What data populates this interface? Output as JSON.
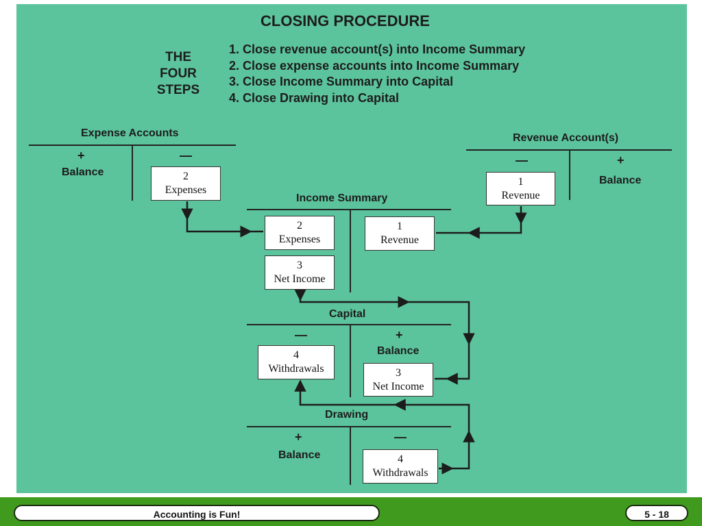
{
  "title": "CLOSING PROCEDURE",
  "steps_label": [
    "THE",
    "FOUR",
    "STEPS"
  ],
  "steps": [
    "1. Close revenue account(s) into Income Summary",
    "2. Close expense accounts into Income Summary",
    "3. Close Income Summary into Capital",
    "4. Close Drawing into Capital"
  ],
  "accounts": {
    "expense": {
      "title": "Expense Accounts",
      "left_sign": "+",
      "right_sign": "—",
      "balance": "Balance",
      "entry_num": "2",
      "entry_text": "Expenses"
    },
    "revenue": {
      "title": "Revenue Account(s)",
      "left_sign": "—",
      "right_sign": "+",
      "balance": "Balance",
      "entry_num": "1",
      "entry_text": "Revenue"
    },
    "income_summary": {
      "title": "Income Summary",
      "debit_num": "2",
      "debit_text": "Expenses",
      "credit_num": "1",
      "credit_text": "Revenue",
      "net_num": "3",
      "net_text": "Net Income"
    },
    "capital": {
      "title": "Capital",
      "left_sign": "—",
      "right_sign": "+",
      "balance": "Balance",
      "debit_num": "4",
      "debit_text": "Withdrawals",
      "credit_num": "3",
      "credit_text": "Net Income"
    },
    "drawing": {
      "title": "Drawing",
      "left_sign": "+",
      "right_sign": "—",
      "balance": "Balance",
      "credit_num": "4",
      "credit_text": "Withdrawals"
    }
  },
  "footer": {
    "caption": "Accounting is Fun!",
    "page": "5 - 18"
  },
  "colors": {
    "background": "#5cc49c",
    "footer": "#3f9a1e",
    "line": "#1c1c1c"
  }
}
